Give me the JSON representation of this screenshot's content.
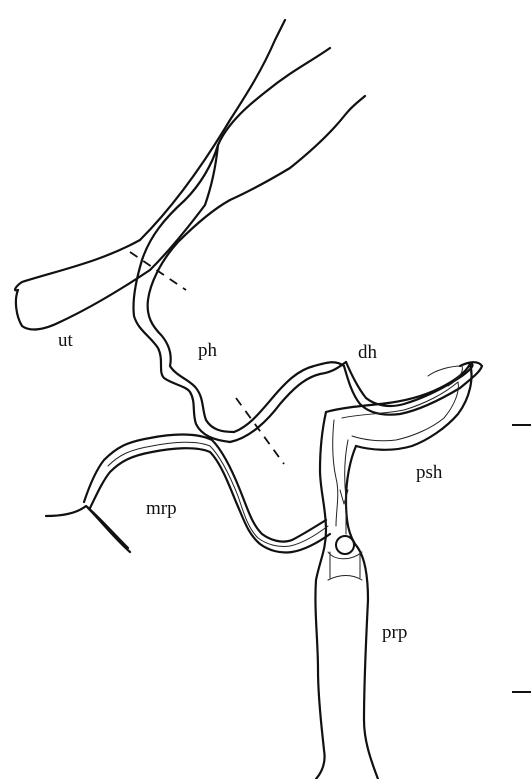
{
  "labels": {
    "ut": "ut",
    "ph": "ph",
    "dh": "dh",
    "psh": "psh",
    "mrp": "mrp",
    "prp": "prp"
  },
  "colors": {
    "ink": "#111111",
    "paper": "#ffffff"
  }
}
